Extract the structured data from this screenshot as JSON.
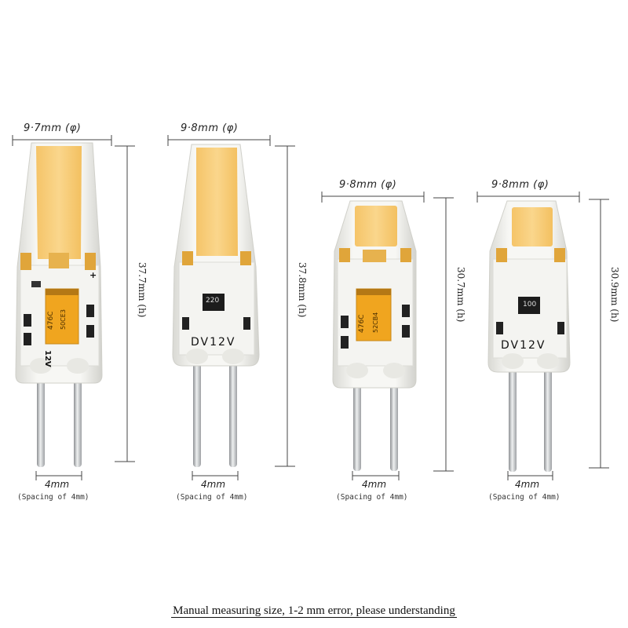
{
  "bulbs": [
    {
      "width_label": "9·7mm (φ)",
      "height_label": "37.7mm (h)",
      "pin_label": "4mm",
      "spacing_label": "(Spacing of 4mm)",
      "capacitor_text": "476C",
      "capacitor_sub": "50CE3",
      "board_side": "12V",
      "polarity": "+"
    },
    {
      "width_label": "9·8mm (φ)",
      "height_label": "37.8mm (h)",
      "pin_label": "4mm",
      "spacing_label": "(Spacing of 4mm)",
      "chip_text": "220",
      "board_text": "DV12V"
    },
    {
      "width_label": "9·8mm (φ)",
      "height_label": "30.7mm (h)",
      "pin_label": "4mm",
      "spacing_label": "(Spacing of 4mm)",
      "capacitor_text": "476C",
      "capacitor_sub": "52CB4"
    },
    {
      "width_label": "9·8mm (φ)",
      "height_label": "30.9mm (h)",
      "pin_label": "4mm",
      "spacing_label": "(Spacing of 4mm)",
      "chip_text": "100",
      "board_text": "DV12V"
    }
  ],
  "footer": "Manual measuring size, 1-2 mm error, please understanding",
  "colors": {
    "led": "#f9cf7a",
    "capacitor": "#f0a51f",
    "silicone": "#f1f1ee",
    "pin": "#c5c7c9"
  }
}
